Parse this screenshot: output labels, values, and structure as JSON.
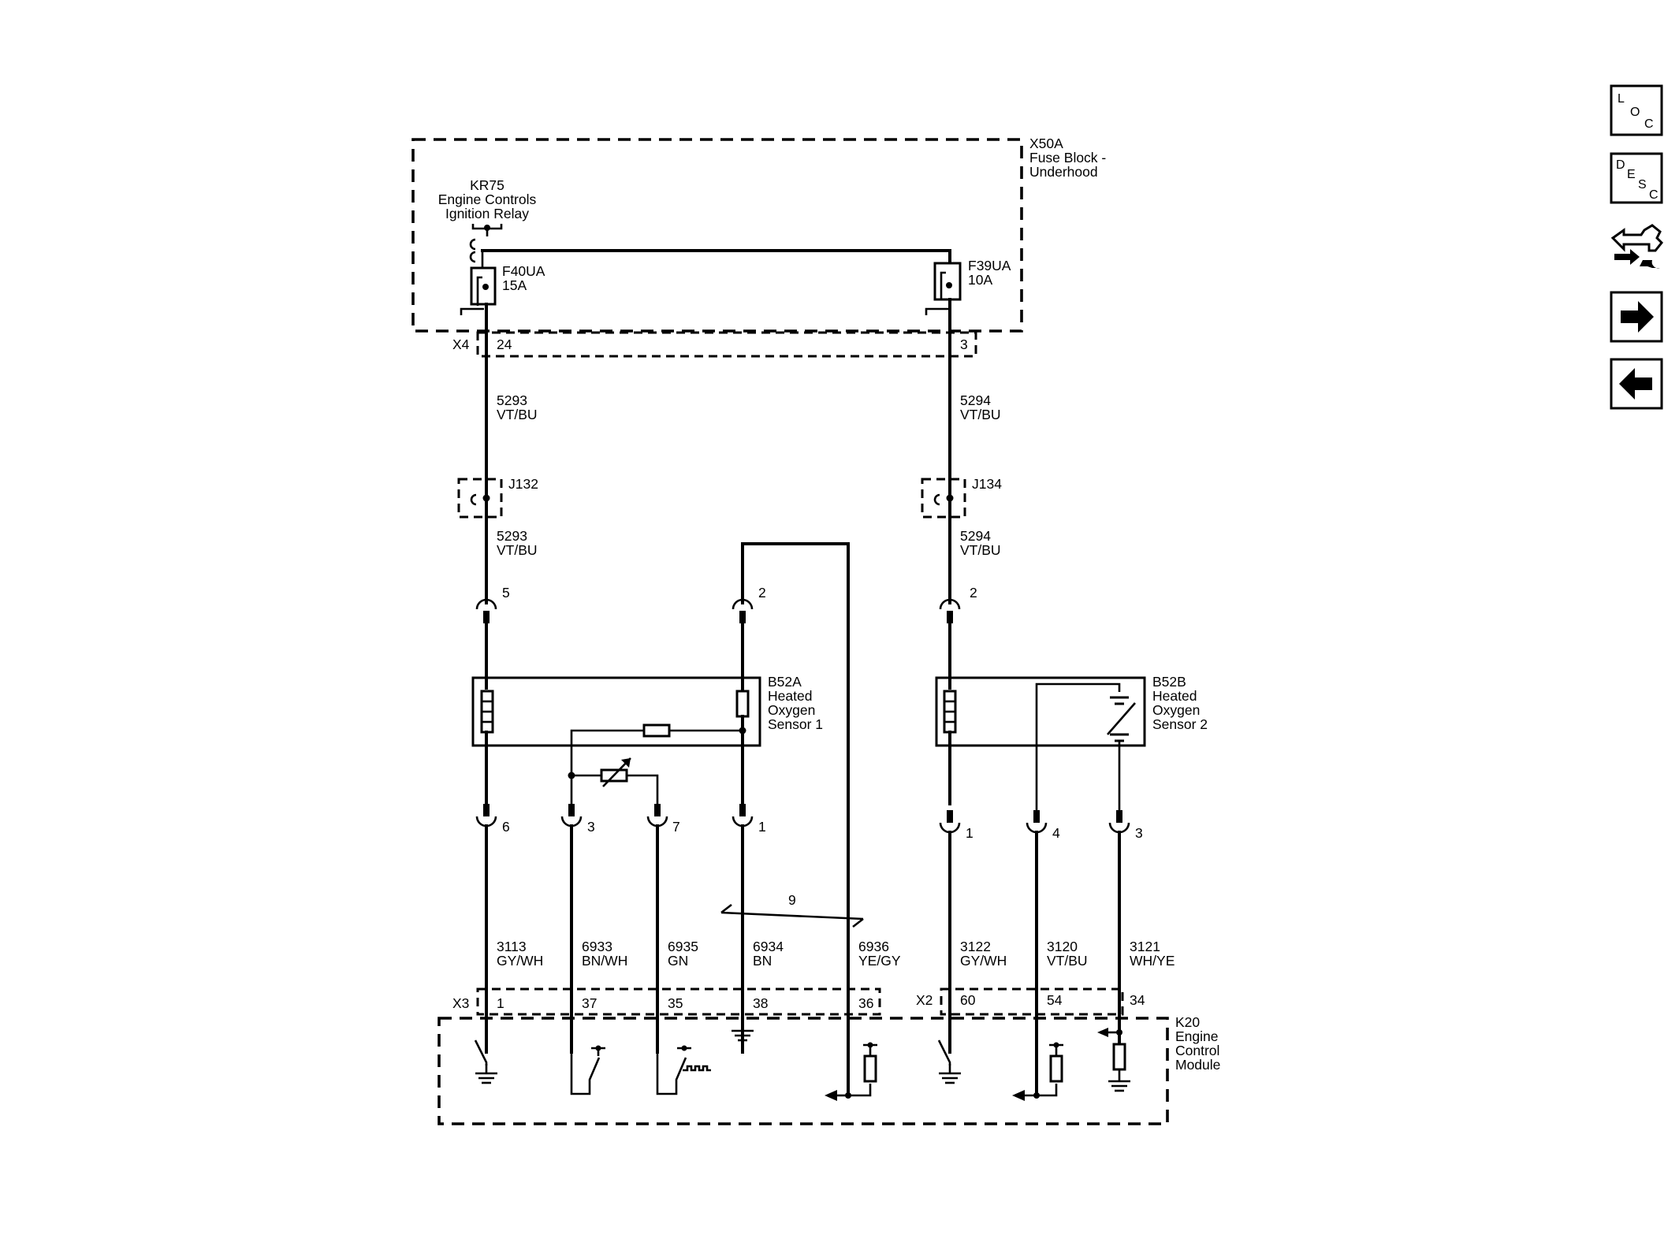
{
  "components": {
    "fuse_block": {
      "id": "X50A",
      "line1": "Fuse Block -",
      "line2": "Underhood"
    },
    "relay": {
      "id": "KR75",
      "line1": "Engine Controls",
      "line2": "Ignition Relay"
    },
    "fuse_f40": {
      "id": "F40UA",
      "rating": "15A"
    },
    "fuse_f39": {
      "id": "F39UA",
      "rating": "10A"
    },
    "splice_j132": "J132",
    "splice_j134": "J134",
    "sensor1": {
      "id": "B52A",
      "line1": "Heated",
      "line2": "Oxygen",
      "line3": "Sensor 1"
    },
    "sensor2": {
      "id": "B52B",
      "line1": "Heated",
      "line2": "Oxygen",
      "line3": "Sensor 2"
    },
    "ecm": {
      "id": "K20",
      "line1": "Engine",
      "line2": "Control",
      "line3": "Module"
    }
  },
  "connectors": {
    "x4": "X4",
    "x3": "X3",
    "x2": "X2"
  },
  "pins": {
    "x4_24": "24",
    "x4_3": "3",
    "s1_5": "5",
    "s1_2": "2",
    "s1_6": "6",
    "s1_3": "3",
    "s1_7": "7",
    "s1_1": "1",
    "s2_2": "2",
    "s2_1": "1",
    "s2_4": "4",
    "s2_3": "3",
    "x3_1": "1",
    "x3_37": "37",
    "x3_35": "35",
    "x3_38": "38",
    "x3_36": "36",
    "x2_60": "60",
    "x2_54": "54",
    "x2_34": "34",
    "twist": "9"
  },
  "wires": {
    "w5293_top": {
      "circuit": "5293",
      "color": "VT/BU"
    },
    "w5294_top": {
      "circuit": "5294",
      "color": "VT/BU"
    },
    "w5293_mid": {
      "circuit": "5293",
      "color": "VT/BU"
    },
    "w5294_mid": {
      "circuit": "5294",
      "color": "VT/BU"
    },
    "w3113": {
      "circuit": "3113",
      "color": "GY/WH"
    },
    "w6933": {
      "circuit": "6933",
      "color": "BN/WH"
    },
    "w6935": {
      "circuit": "6935",
      "color": "GN"
    },
    "w6934": {
      "circuit": "6934",
      "color": "BN"
    },
    "w6936": {
      "circuit": "6936",
      "color": "YE/GY"
    },
    "w3122": {
      "circuit": "3122",
      "color": "GY/WH"
    },
    "w3120": {
      "circuit": "3120",
      "color": "VT/BU"
    },
    "w3121": {
      "circuit": "3121",
      "color": "WH/YE"
    }
  },
  "nav": {
    "loc": {
      "l1": "L",
      "l2": "O",
      "l3": "C"
    },
    "desc": {
      "l1": "D",
      "l2": "E",
      "l3": "S",
      "l4": "C"
    },
    "icons": [
      "loc-icon",
      "desc-icon",
      "connector-tool-icon",
      "next-arrow-icon",
      "back-arrow-icon"
    ]
  }
}
